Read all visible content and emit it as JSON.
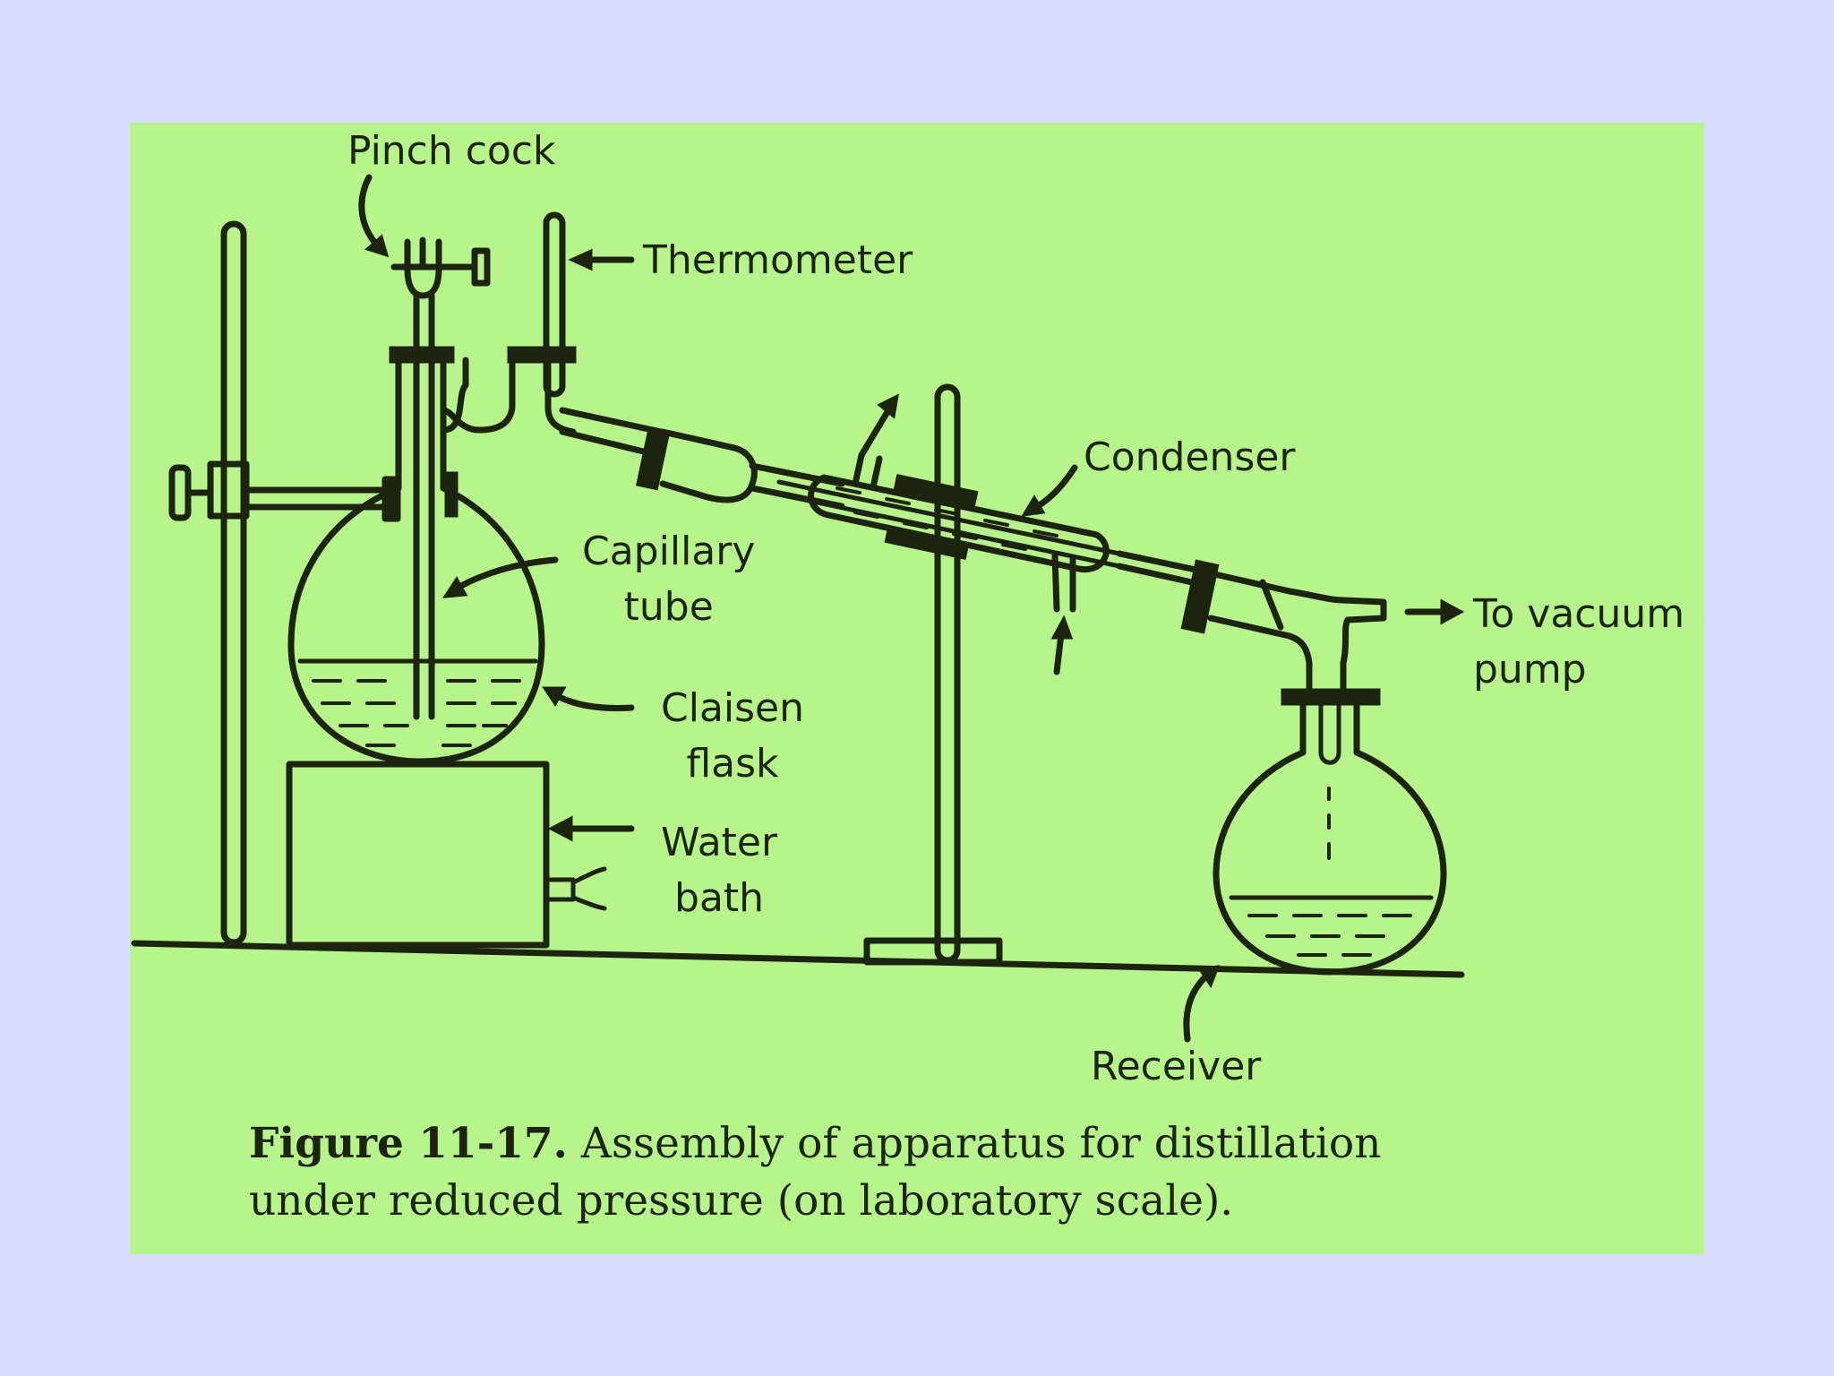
{
  "labels": {
    "pinch_cock": "Pinch cock",
    "thermometer": "Thermometer",
    "condenser": "Condenser",
    "capillary_tube": [
      "Capillary",
      "tube"
    ],
    "claisen_flask": [
      "Claisen",
      "flask"
    ],
    "water_bath": [
      "Water",
      "bath"
    ],
    "to_vacuum_pump": [
      "To vacuum",
      "pump"
    ],
    "receiver": "Receiver"
  },
  "caption": {
    "number": "Figure 11-17.",
    "text_line1": " Assembly of apparatus for distillation",
    "text_line2": "under reduced pressure (on laboratory scale)."
  },
  "colors": {
    "background": "#d8ddfb",
    "panel": "#b7f58c",
    "ink": "#1c2410"
  }
}
